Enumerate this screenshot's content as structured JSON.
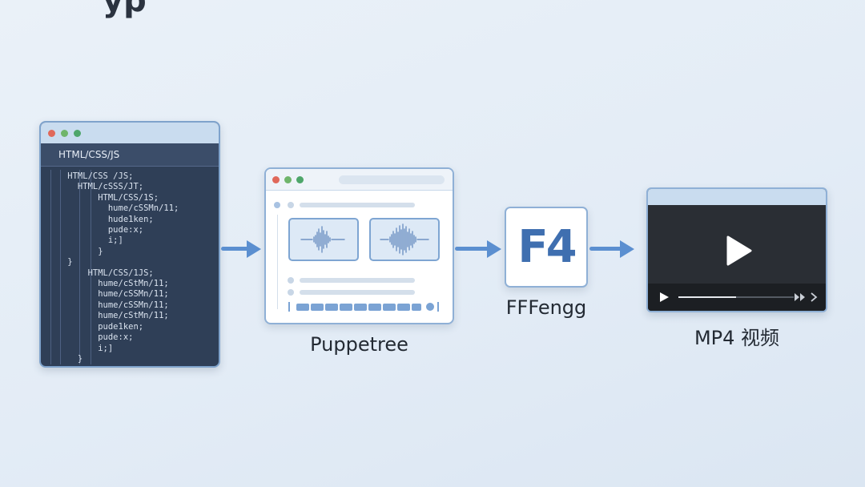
{
  "header": {
    "title_fragment": "yp"
  },
  "code_panel": {
    "tab_title": "HTML/CSS/JS",
    "lines": [
      "    HTML/CSS /JS;",
      "      HTML/cSSS/JT;",
      "          HTML/CSS/1S;",
      "            hume/cSSMn/11;",
      "            hude1ken;",
      "            pude:x;",
      "            i;]",
      "          }",
      "    }",
      "        HTML/CSS/1JS;",
      "          hume/cStMn/11;",
      "          hume/cSSMn/11;",
      "          hume/cSSMn/11;",
      "          hume/cStMn/11;",
      "          pude1ken;",
      "          pude:x;",
      "          i;]",
      "      }"
    ]
  },
  "pipeline": {
    "browser_label": "Puppetree",
    "encoder_label": "FFFengg",
    "encoder_logo": "F4",
    "output_label": "MP4 视频"
  },
  "colors": {
    "background": "#e3ecf6",
    "accent": "#5b8fd0",
    "code_bg": "#2f3f57",
    "logo": "#3f6fb0"
  }
}
